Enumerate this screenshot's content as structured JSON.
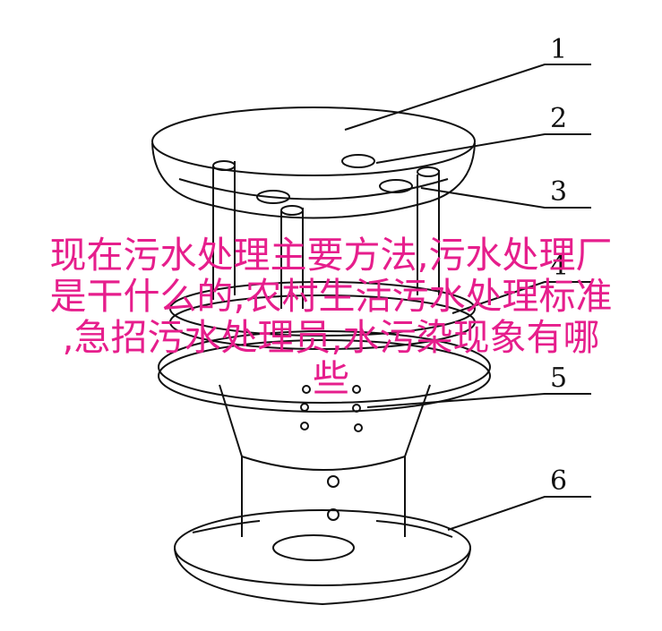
{
  "diagram": {
    "part_labels": [
      "1",
      "2",
      "3",
      "4",
      "5",
      "6"
    ]
  },
  "overlay": {
    "line1": "现在污水处理主要方法,污水处理厂",
    "line2": "是干什么的,农村生活污水处理标准",
    "line3": ",急招污水处理员,水污染现象有哪",
    "line4": "些"
  },
  "colors": {
    "line_art": "#111111",
    "overlay_text": "#e61e8c",
    "background": "#ffffff"
  }
}
